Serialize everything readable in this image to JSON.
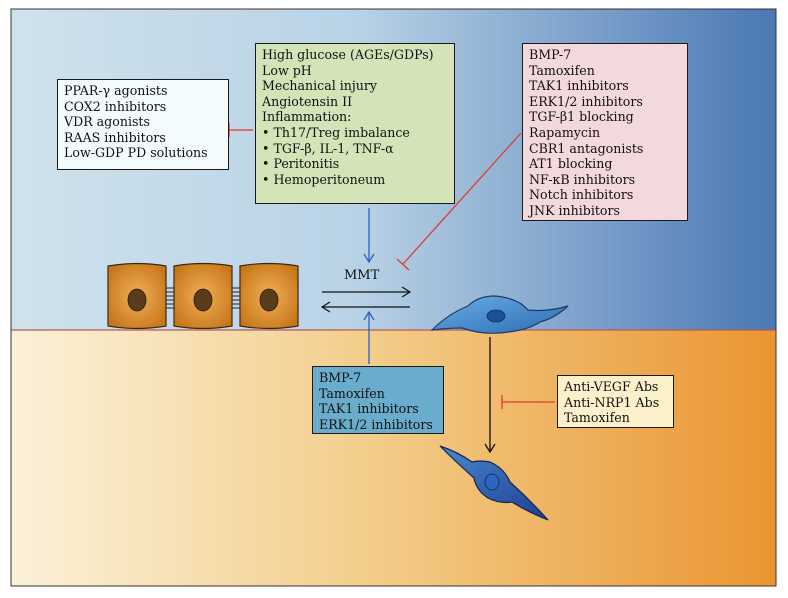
{
  "colors": {
    "top_background_start": "#cfe2ec",
    "top_background_end": "#4a78b4",
    "bottom_background_start": "#fbf1d9",
    "bottom_background_end": "#ea9531",
    "boundary_line": "#b75b57",
    "epithelial_cell": "#d98a26",
    "cell_nucleus": "#5a3b1a",
    "mesenchymal_cell": "#3d7fc4",
    "inhibition_red": "#e03a2c",
    "arrow_blue": "#2b5fc8",
    "stimuli_box": "#d2e4b8",
    "left_box": "#f4fbfd",
    "right_box": "#f3d8dc",
    "blue_box": "#6aaccb",
    "yellow_box": "#fdf1cc"
  },
  "left_box": {
    "items": [
      "PPAR-γ agonists",
      "COX2 inhibitors",
      "VDR agonists",
      "RAAS inhibitors",
      "Low-GDP PD solutions"
    ]
  },
  "stimuli_box": {
    "items": [
      "High glucose (AGEs/GDPs)",
      "Low pH",
      "Mechanical injury",
      "Angiotensin II",
      "Inflammation:"
    ],
    "bullets": [
      "Th17/Treg imbalance",
      "TGF-β, IL-1, TNF-α",
      "Peritonitis",
      "Hemoperitoneum"
    ]
  },
  "right_box": {
    "items": [
      "BMP-7",
      "Tamoxifen",
      "TAK1 inhibitors",
      "ERK1/2 inhibitors",
      "TGF-β1 blocking",
      "Rapamycin",
      "CBR1 antagonists",
      "AT1 blocking",
      "NF-κB inhibitors",
      "Notch inhibitors",
      "JNK inhibitors"
    ]
  },
  "blue_box": {
    "items": [
      "BMP-7",
      "Tamoxifen",
      "TAK1 inhibitors",
      "ERK1/2 inhibitors"
    ]
  },
  "yellow_box": {
    "items": [
      "Anti-VEGF Abs",
      "Anti-NRP1 Abs",
      "Tamoxifen"
    ]
  },
  "center": {
    "label": "MMT"
  }
}
